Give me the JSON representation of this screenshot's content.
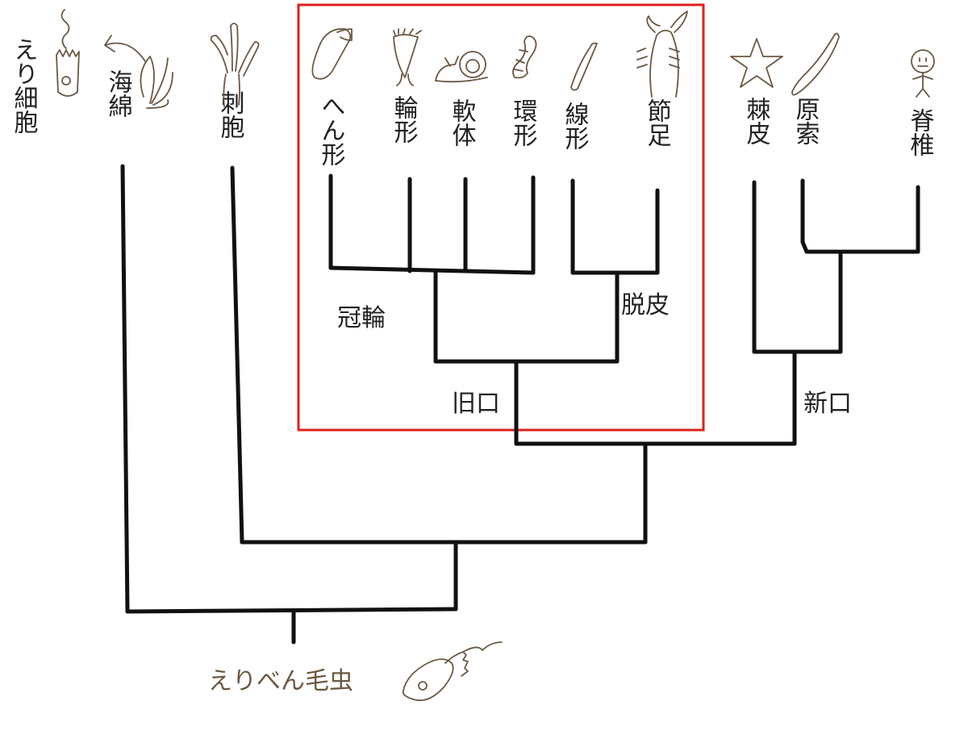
{
  "diagram": {
    "taxa": {
      "choanoflagellate": "えり細胞",
      "sponge": "海綿",
      "cnidarian": "刺胞",
      "flatworm": "へん形",
      "rotifer": "輪形",
      "mollusc": "軟体",
      "annelid": "環形",
      "nematode": "線形",
      "arthropod": "節足",
      "echinoderm": "棘皮",
      "protochordate": "原索",
      "vertebrate": "脊椎"
    },
    "clades": {
      "lophotrochozoa": "冠輪",
      "ecdysozoa": "脱皮",
      "protostome": "旧口",
      "deuterostome": "新口"
    },
    "root_label": "えりべん毛虫",
    "highlight_color": "#e0201c",
    "line_color": "#111111",
    "sketch_color": "#6b5842"
  }
}
